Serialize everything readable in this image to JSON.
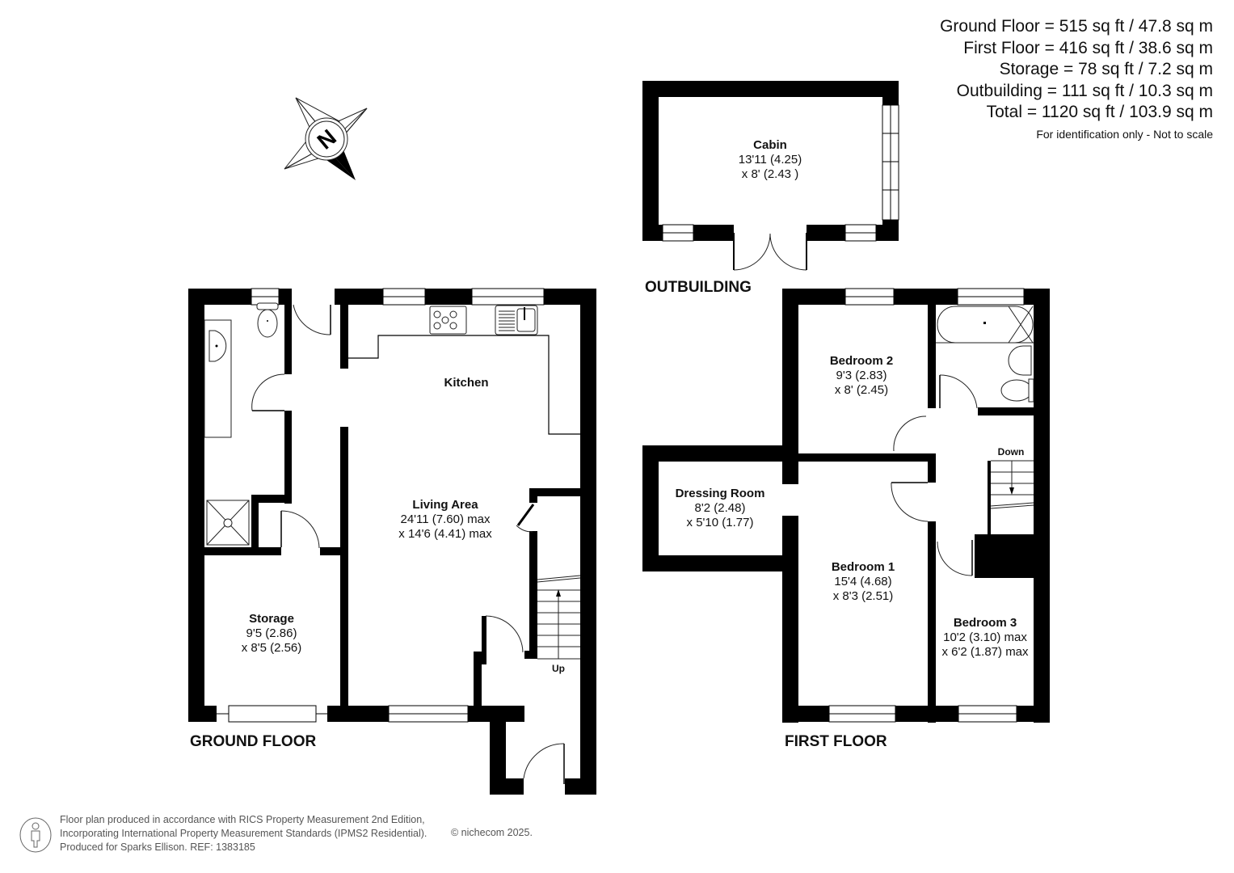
{
  "areas": {
    "lines": [
      "Ground Floor = 515 sq ft / 47.8 sq m",
      "First Floor = 416 sq ft / 38.6 sq m",
      "Storage = 78 sq ft / 7.2 sq m",
      "Outbuilding = 111 sq ft / 10.3 sq m",
      "Total = 1120 sq ft / 103.9 sq m"
    ],
    "note": "For identification only - Not to scale"
  },
  "compass": {
    "label": "N",
    "icon": "north-compass-icon"
  },
  "floors": {
    "ground": "GROUND FLOOR",
    "first": "FIRST FLOOR",
    "outbuilding": "OUTBUILDING"
  },
  "rooms": {
    "cabin": {
      "name": "Cabin",
      "dim1": "13'11 (4.25)",
      "dim2": "x 8' (2.43 )"
    },
    "kitchen": {
      "name": "Kitchen"
    },
    "living": {
      "name": "Living Area",
      "dim1": "24'11 (7.60) max",
      "dim2": "x 14'6 (4.41) max"
    },
    "storage": {
      "name": "Storage",
      "dim1": "9'5 (2.86)",
      "dim2": "x 8'5 (2.56)"
    },
    "bedroom2": {
      "name": "Bedroom 2",
      "dim1": "9'3 (2.83)",
      "dim2": "x 8' (2.45)"
    },
    "dressing": {
      "name": "Dressing Room",
      "dim1": "8'2 (2.48)",
      "dim2": "x 5'10 (1.77)"
    },
    "bedroom1": {
      "name": "Bedroom 1",
      "dim1": "15'4 (4.68)",
      "dim2": "x 8'3 (2.51)"
    },
    "bedroom3": {
      "name": "Bedroom 3",
      "dim1": "10'2 (3.10) max",
      "dim2": "x 6'2 (1.87) max"
    }
  },
  "stairs": {
    "up": "Up",
    "down": "Down"
  },
  "footer": {
    "line1": "Floor plan produced in accordance with RICS Property Measurement 2nd Edition,",
    "line2": "Incorporating International Property Measurement Standards (IPMS2 Residential).",
    "line3": "Produced for Sparks Ellison.   REF: 1383185",
    "copyright": "© nichecom 2025."
  }
}
